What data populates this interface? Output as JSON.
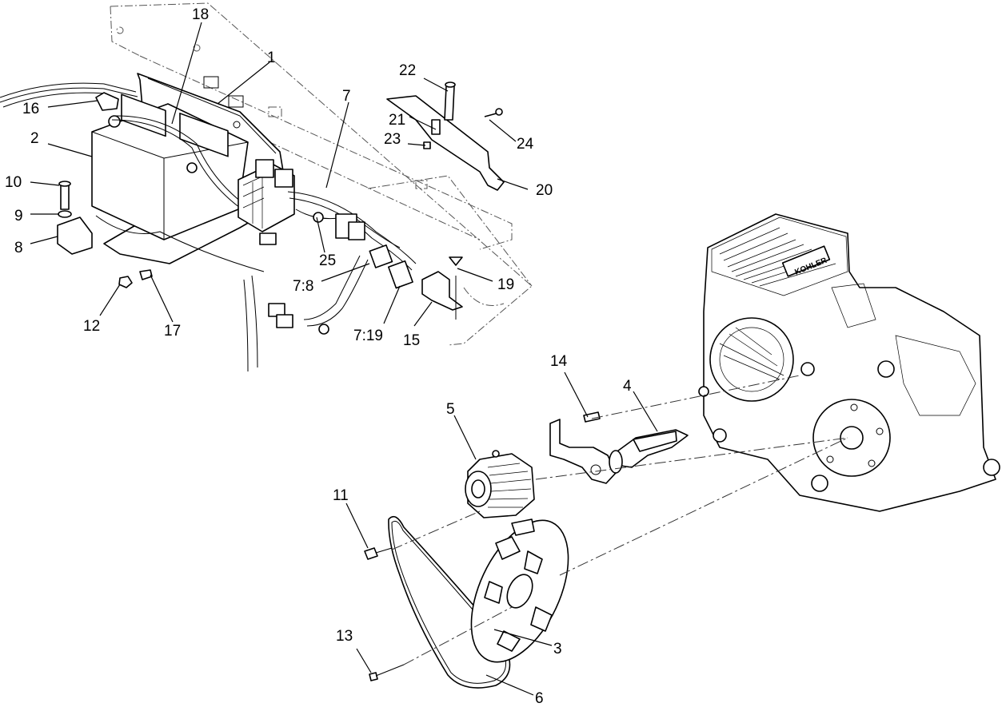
{
  "callouts": [
    {
      "id": "c1",
      "text": "1"
    },
    {
      "id": "c2",
      "text": "2"
    },
    {
      "id": "c3",
      "text": "3"
    },
    {
      "id": "c4",
      "text": "4"
    },
    {
      "id": "c5",
      "text": "5"
    },
    {
      "id": "c6",
      "text": "6"
    },
    {
      "id": "c7",
      "text": "7"
    },
    {
      "id": "c78",
      "text": "7:8"
    },
    {
      "id": "c719",
      "text": "7:19"
    },
    {
      "id": "c8",
      "text": "8"
    },
    {
      "id": "c9",
      "text": "9"
    },
    {
      "id": "c10",
      "text": "10"
    },
    {
      "id": "c11",
      "text": "11"
    },
    {
      "id": "c12",
      "text": "12"
    },
    {
      "id": "c13",
      "text": "13"
    },
    {
      "id": "c14",
      "text": "14"
    },
    {
      "id": "c15",
      "text": "15"
    },
    {
      "id": "c16",
      "text": "16"
    },
    {
      "id": "c17",
      "text": "17"
    },
    {
      "id": "c18",
      "text": "18"
    },
    {
      "id": "c19",
      "text": "19"
    },
    {
      "id": "c20",
      "text": "20"
    },
    {
      "id": "c21",
      "text": "21"
    },
    {
      "id": "c22",
      "text": "22"
    },
    {
      "id": "c23",
      "text": "23"
    },
    {
      "id": "c24",
      "text": "24"
    },
    {
      "id": "c25",
      "text": "25"
    }
  ],
  "engine_logo": "KOHLER"
}
